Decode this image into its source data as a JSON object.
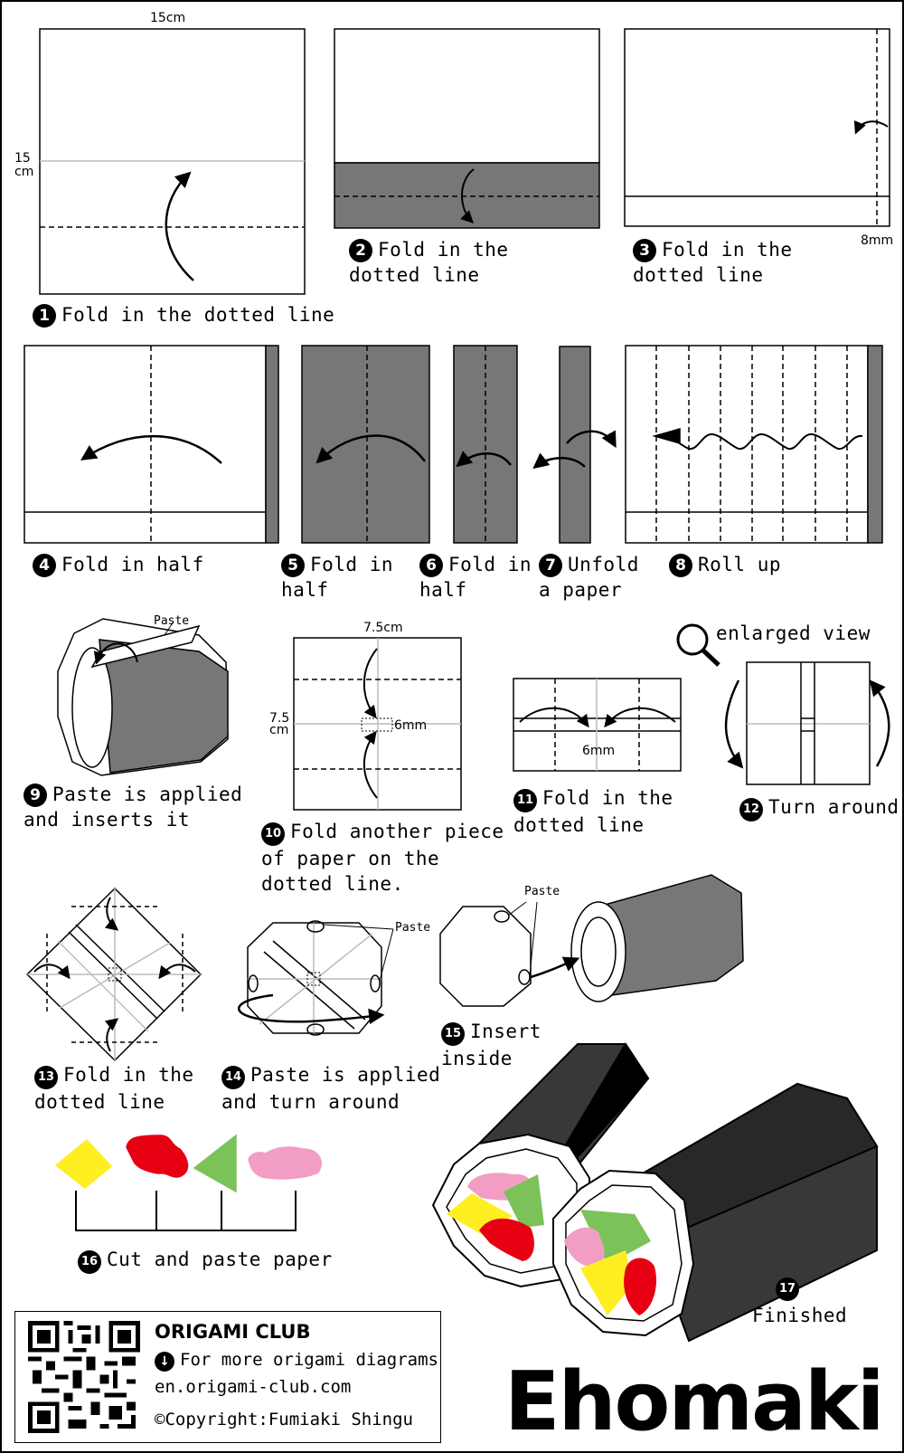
{
  "title": "Ehomaki",
  "steps": [
    {
      "num": "1",
      "text": "Fold in the dotted line"
    },
    {
      "num": "2",
      "text": "Fold in the\ndotted line"
    },
    {
      "num": "3",
      "text": "Fold in the\ndotted line"
    },
    {
      "num": "4",
      "text": "Fold in half"
    },
    {
      "num": "5",
      "text": "Fold in\nhalf"
    },
    {
      "num": "6",
      "text": "Fold in\nhalf"
    },
    {
      "num": "7",
      "text": "Unfold\na paper"
    },
    {
      "num": "8",
      "text": "Roll up"
    },
    {
      "num": "9",
      "text": "Paste is applied\nand inserts it"
    },
    {
      "num": "10",
      "text": "Fold another piece\nof paper on the\ndotted line."
    },
    {
      "num": "11",
      "text": "Fold in the\ndotted line"
    },
    {
      "num": "12",
      "text": "Turn around"
    },
    {
      "num": "13",
      "text": "Fold in the\ndotted line"
    },
    {
      "num": "14",
      "text": "Paste is applied\nand turn around"
    },
    {
      "num": "15",
      "text": "Insert\ninside"
    },
    {
      "num": "16",
      "text": "Cut and paste paper"
    },
    {
      "num": "17",
      "text": "Finished"
    }
  ],
  "measurements": {
    "width_15": "15cm",
    "height_15": "15\ncm",
    "mm8": "8mm",
    "width_75": "7.5cm",
    "height_75": "7.5\ncm",
    "mm6_a": "6mm",
    "mm6_b": "6mm"
  },
  "paste_labels": [
    "Paste",
    "Paste",
    "Paste"
  ],
  "enlarged_view": "enlarged view",
  "credit": {
    "brand": "ORIGAMI CLUB",
    "more": "For more origami diagrams",
    "site": "en.origami-club.com",
    "copyright": "©Copyright:Fumiaki Shingu"
  },
  "colors": {
    "paper_gray": "#777777",
    "nori_dark": "#3a3836",
    "yellow": "#ffee22",
    "red": "#e60012",
    "green": "#7bc25a",
    "pink": "#f29ec4"
  }
}
